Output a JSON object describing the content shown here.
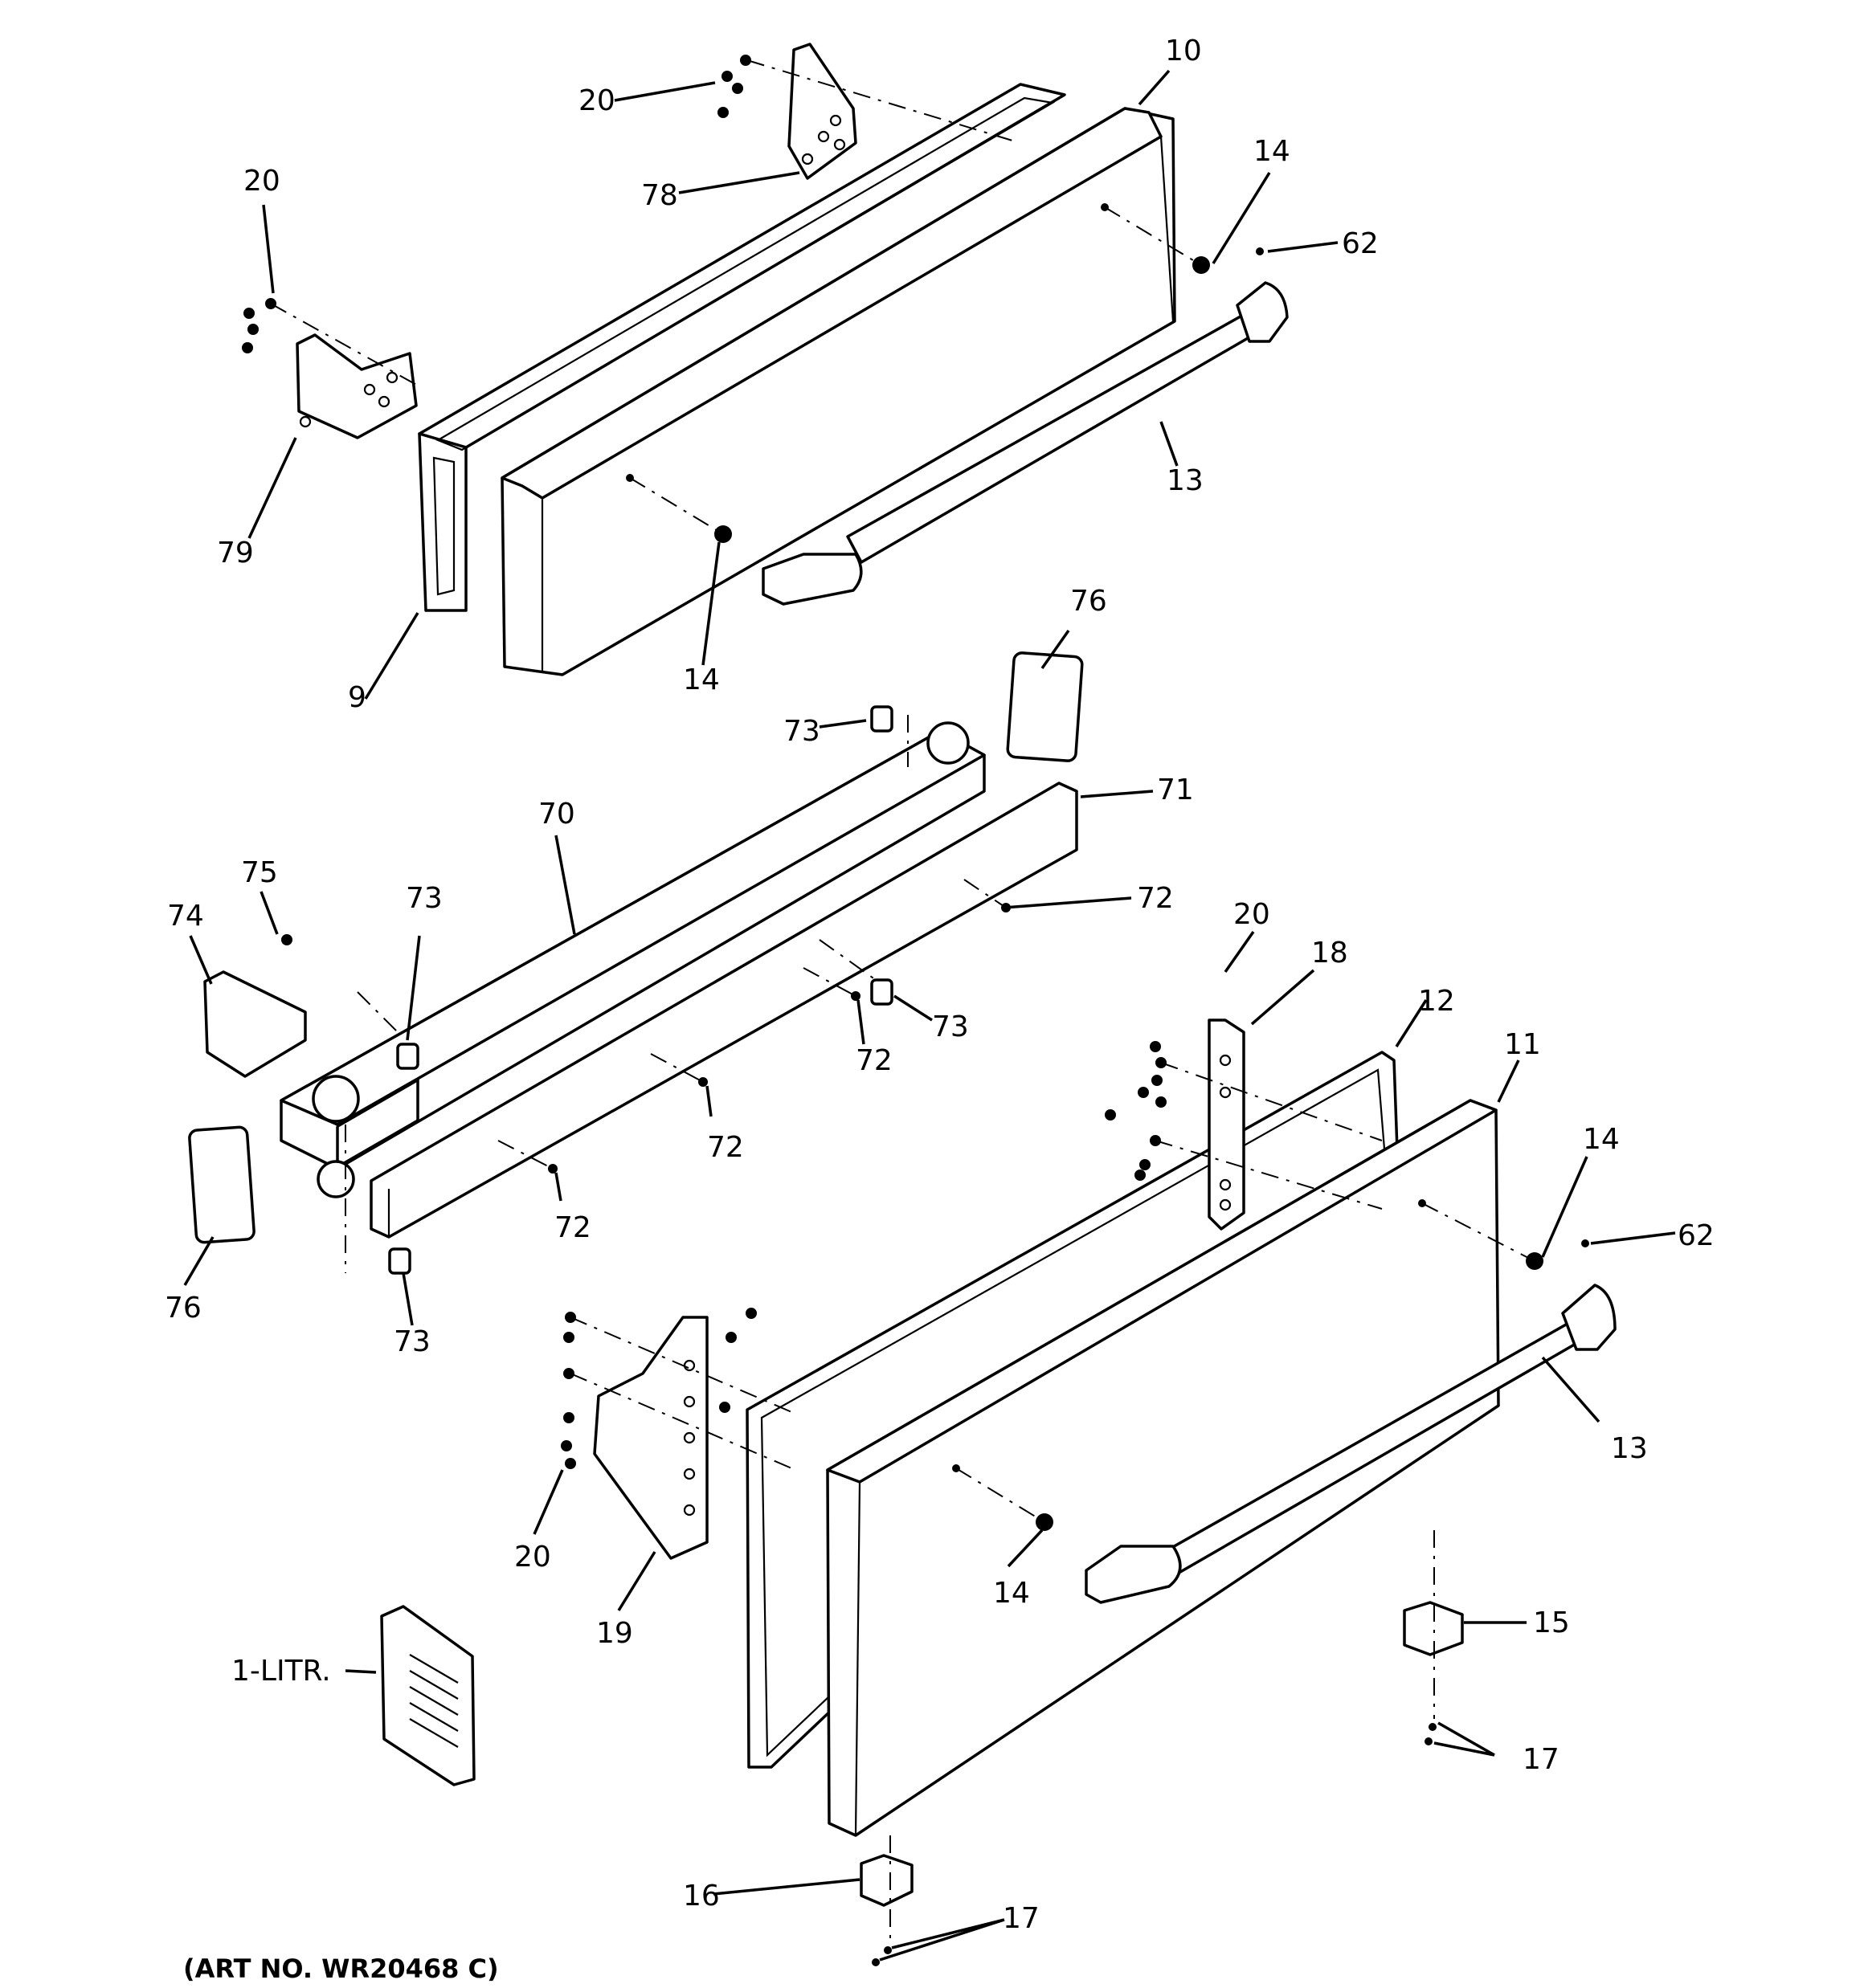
{
  "callouts": {
    "c10": "10",
    "c20a": "20",
    "c78": "78",
    "c20b": "20",
    "c14a": "14",
    "c62a": "62",
    "c79": "79",
    "c13a": "13",
    "c9": "9",
    "c14b": "14",
    "c76a": "76",
    "c73a": "73",
    "c71": "71",
    "c70": "70",
    "c75": "75",
    "c74": "74",
    "c73b": "73",
    "c72a": "72",
    "c20c": "20",
    "c18": "18",
    "c73c": "73",
    "c72b": "72",
    "c12": "12",
    "c11": "11",
    "c72c": "72",
    "c14c": "14",
    "c62b": "62",
    "c72d": "72",
    "c76b": "76",
    "c73d": "73",
    "c13b": "13",
    "c20d": "20",
    "c19": "19",
    "c14d": "14",
    "c15": "15",
    "c1litr": "1-LITR.",
    "c17a": "17",
    "c16": "16",
    "c17b": "17"
  },
  "art_number": "(ART NO. WR20468 C)"
}
